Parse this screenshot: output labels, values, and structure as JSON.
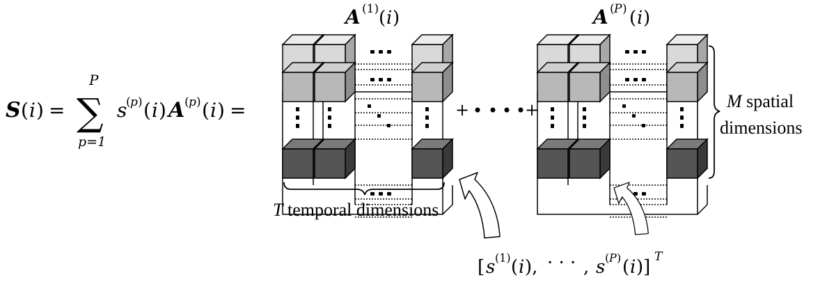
{
  "equation": {
    "lhs": "S(i) =",
    "sum_upper": "P",
    "sum_lower": "p=1",
    "term": "s(p)(i)A(p)(i) ="
  },
  "tensors": [
    {
      "title": "A(1)(i)"
    },
    {
      "title": "A(P)(i)"
    }
  ],
  "connector": "+ • • • +",
  "labels": {
    "spatial_line1": "M spatial",
    "spatial_line2": "dimensions",
    "temporal": "T temporal dimensions",
    "coeff_vector": "[s(1)(i), ··· , s(P)(i)]T"
  },
  "colors": {
    "row_light": "#d9d9d9",
    "row_mid": "#b8b8b8",
    "row_dark": "#555555",
    "edge": "#000000"
  }
}
